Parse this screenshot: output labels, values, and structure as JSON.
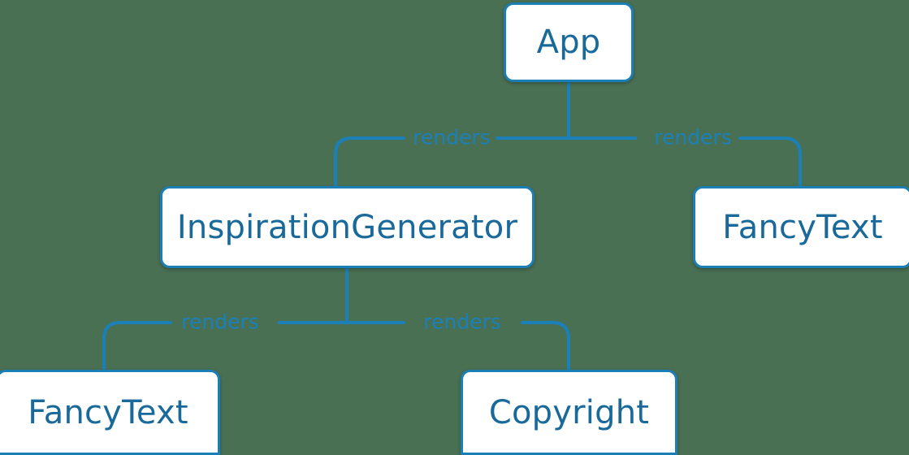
{
  "diagram": {
    "type": "component-tree",
    "background_color": "#4a7054",
    "node_border_color": "#1b7fb5",
    "node_fill_color": "#ffffff",
    "node_text_color": "#19699b",
    "edge_color": "#1b80b8",
    "edge_label_color": "#1b80b8",
    "nodes": [
      {
        "id": "app",
        "label": "App"
      },
      {
        "id": "inspgen",
        "label": "InspirationGenerator"
      },
      {
        "id": "fancytext-r",
        "label": "FancyText"
      },
      {
        "id": "fancytext-b",
        "label": "FancyText"
      },
      {
        "id": "copyright",
        "label": "Copyright"
      }
    ],
    "edges": [
      {
        "from": "app",
        "to": "inspgen",
        "label": "renders"
      },
      {
        "from": "app",
        "to": "fancytext-r",
        "label": "renders"
      },
      {
        "from": "inspgen",
        "to": "fancytext-b",
        "label": "renders"
      },
      {
        "from": "inspgen",
        "to": "copyright",
        "label": "renders"
      }
    ]
  }
}
